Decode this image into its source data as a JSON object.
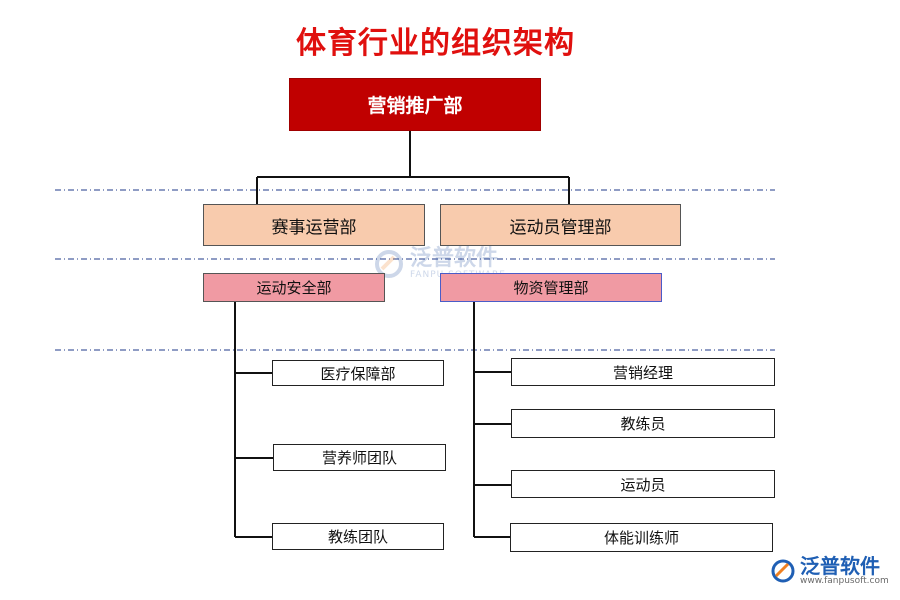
{
  "title": "体育行业的组织架构",
  "org": {
    "top": "营销推广部",
    "level2": [
      "赛事运营部",
      "运动员管理部"
    ],
    "level3": [
      "运动安全部",
      "物资管理部"
    ],
    "left_branch": [
      "医疗保障部",
      "营养师团队",
      "教练团队"
    ],
    "right_branch": [
      "营销经理",
      "教练员",
      "运动员",
      "体能训练师"
    ]
  },
  "watermark": {
    "name": "泛普软件",
    "sub": "FANPU SOFTWARE"
  },
  "logo": {
    "name": "泛普软件",
    "url": "www.fanpusoft.com",
    "icon": "fanpu-logo-icon"
  },
  "colors": {
    "title": "#e0100e",
    "top_box": "#c00000",
    "level2_box": "#f8cbad",
    "level3_box": "#f09aa3",
    "separator": "#1f3a8a"
  }
}
